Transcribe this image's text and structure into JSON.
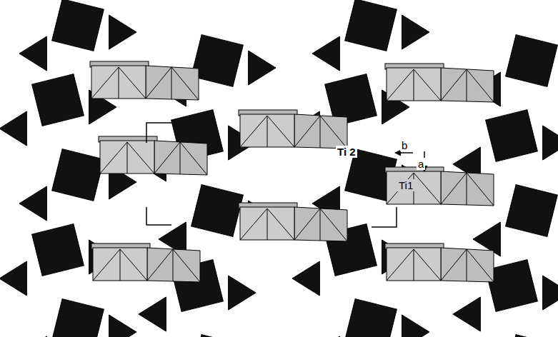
{
  "diagram": {
    "labels": [
      "Ti 2",
      "Ti1",
      "b",
      "a"
    ]
  }
}
